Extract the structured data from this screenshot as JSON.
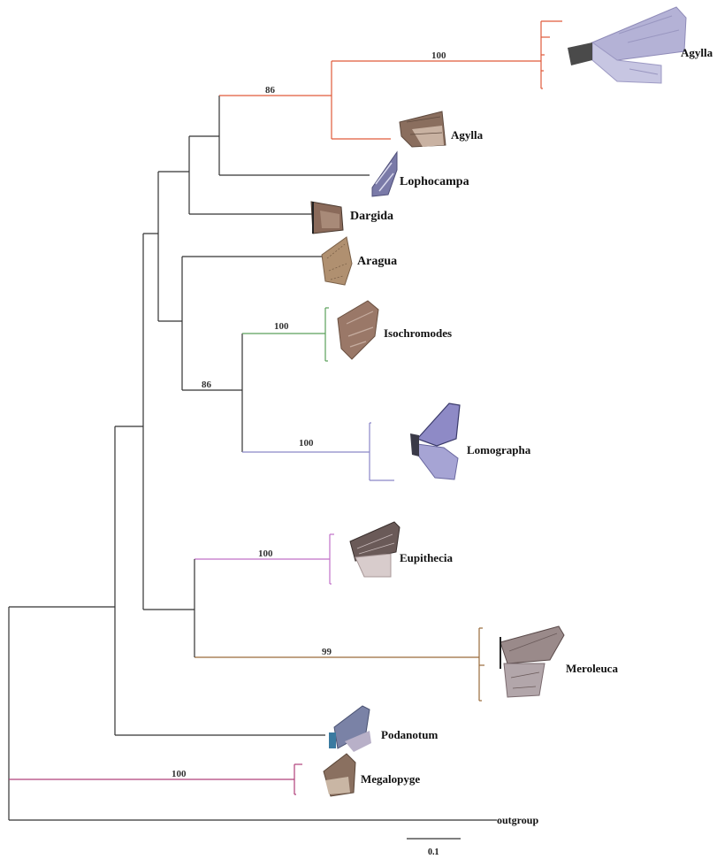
{
  "colors": {
    "black": "#333333",
    "agylla": "#e05a3a",
    "isochromodes": "#5aa05a",
    "lomographa": "#8a86c8",
    "eupithecia": "#c070c8",
    "meroleuca": "#9a6a3a",
    "megalopyge": "#b0407a"
  },
  "taxa": {
    "agylla_top": "Agylla",
    "agylla_mid": "Agylla",
    "lophocampa": "Lophocampa",
    "dargida": "Dargida",
    "aragua": "Aragua",
    "isochromodes": "Isochromodes",
    "lomographa": "Lomographa",
    "eupithecia": "Eupithecia",
    "meroleuca": "Meroleuca",
    "podanotum": "Podanotum",
    "megalopyge": "Megalopyge",
    "outgroup": "outgroup"
  },
  "bootstrap": {
    "agylla_clade": "86",
    "agylla_top": "100",
    "isochromodes": "100",
    "isochromodes_lomographa": "86",
    "lomographa": "100",
    "eupithecia": "100",
    "meroleuca": "99",
    "megalopyge": "100"
  },
  "scale": {
    "label": "0.1"
  },
  "icons": [
    "moth-wing-image"
  ]
}
